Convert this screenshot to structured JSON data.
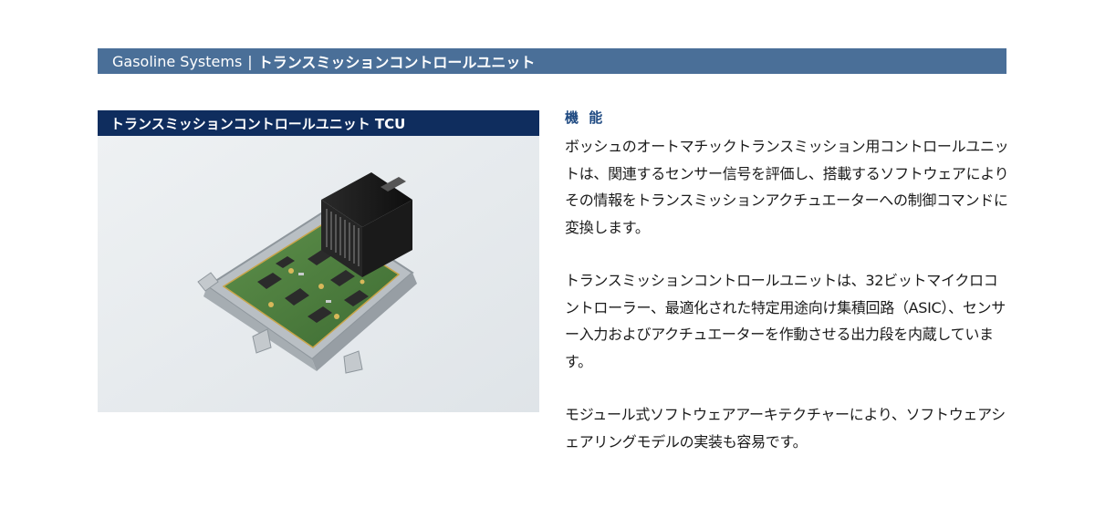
{
  "header": {
    "brand": "Gasoline Systems",
    "separator": "|",
    "title": "トランスミッションコントロールユニット"
  },
  "product": {
    "title": "トランスミッションコントロールユニット TCU"
  },
  "function": {
    "heading": "機 能",
    "paragraphs": [
      "ボッシュのオートマチックトランスミッション用コントロールユニットは、関連するセンサー信号を評価し、搭載するソフトウェアによりその情報をトランスミッションアクチュエーターへの制御コマンドに変換します。",
      "トランスミッションコントロールユニットは、32ビットマイクロコントローラー、最適化された特定用途向け集積回路（ASIC）、センサー入力およびアクチュエーターを作動させる出力段を内蔵しています。",
      "モジュール式ソフトウェアアーキテクチャーにより、ソフトウェアシェアリングモデルの実装も容易です。"
    ]
  }
}
